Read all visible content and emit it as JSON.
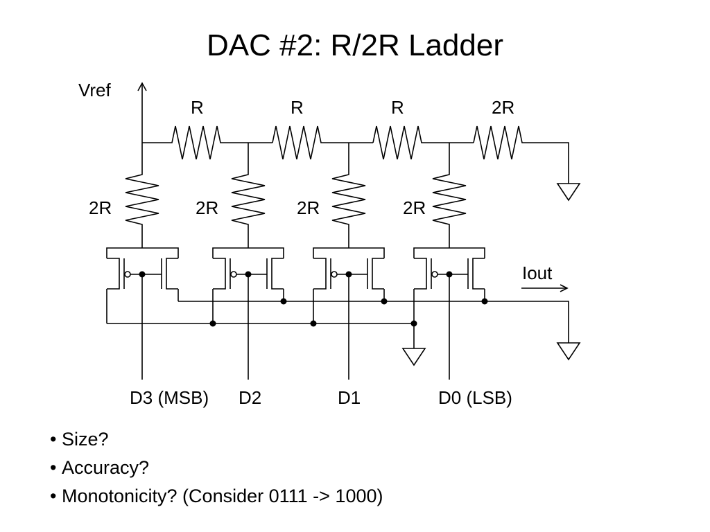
{
  "slide": {
    "title": "DAC #2: R/2R Ladder"
  },
  "diagram": {
    "vref_label": "Vref",
    "iout_label": "Iout",
    "series_resistors": [
      "R",
      "R",
      "R",
      "2R"
    ],
    "shunt_resistors": [
      "2R",
      "2R",
      "2R",
      "2R"
    ],
    "digital_inputs": [
      "D3 (MSB)",
      "D2",
      "D1",
      "D0 (LSB)"
    ]
  },
  "bullets": [
    "Size?",
    "Accuracy?",
    "Monotonicity?  (Consider 0111 -> 1000)"
  ]
}
